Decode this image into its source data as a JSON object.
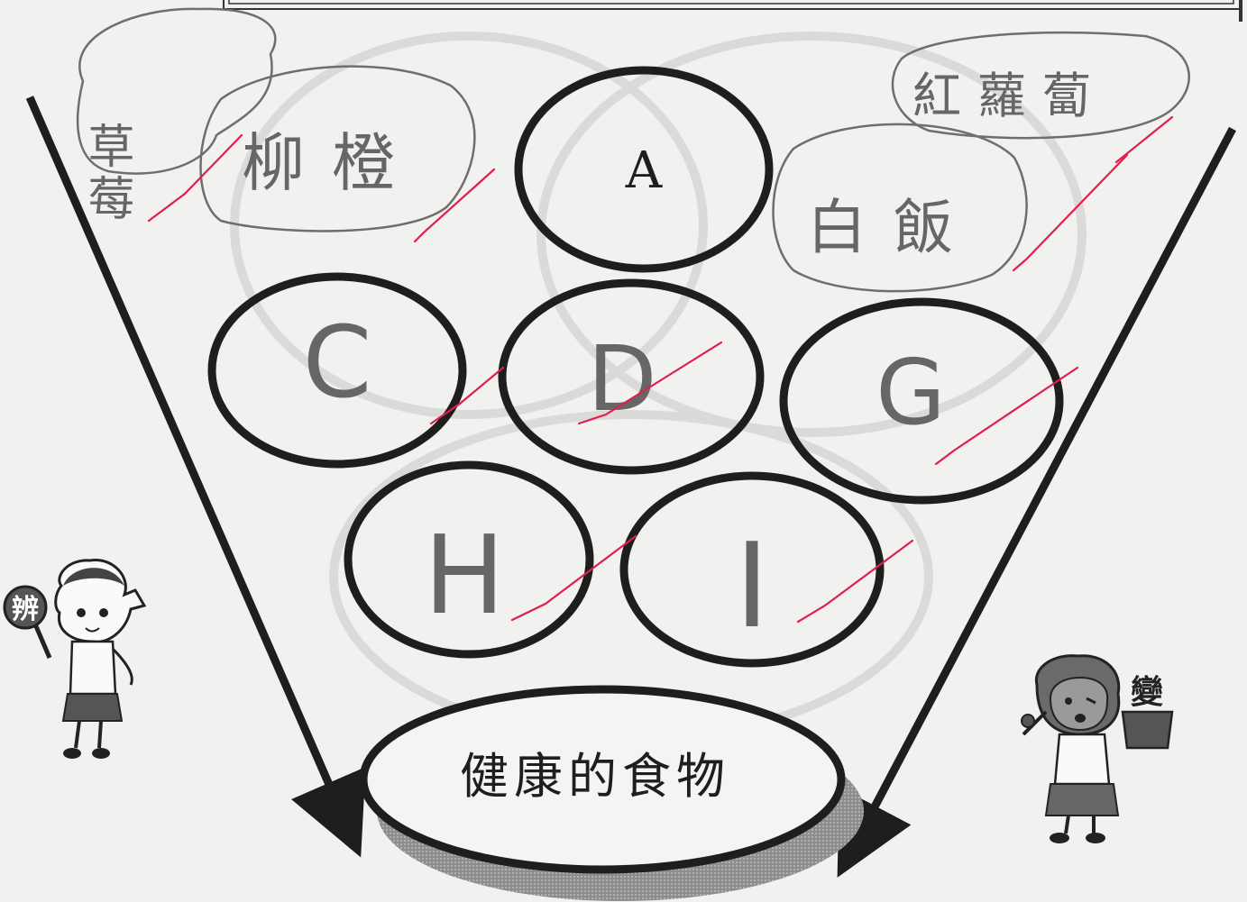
{
  "diagram": {
    "top_node": {
      "label": "A"
    },
    "middle_row": [
      {
        "label": "C"
      },
      {
        "label": "D"
      },
      {
        "label": "G"
      }
    ],
    "lower_row": [
      {
        "label": "H"
      },
      {
        "label": "I"
      }
    ],
    "result": {
      "label": "健康的食物"
    }
  },
  "handwriting": {
    "left_notes": [
      "草莓",
      "柳橙"
    ],
    "right_notes": [
      "紅蘿蔔",
      "白飯"
    ]
  },
  "characters": {
    "left_sign": "辨",
    "right_sign": "變"
  },
  "colors": {
    "ink": "#1e1e1e",
    "pencil": "#707070",
    "check_marks": "#e0204a",
    "paper": "#f1f1ef"
  }
}
